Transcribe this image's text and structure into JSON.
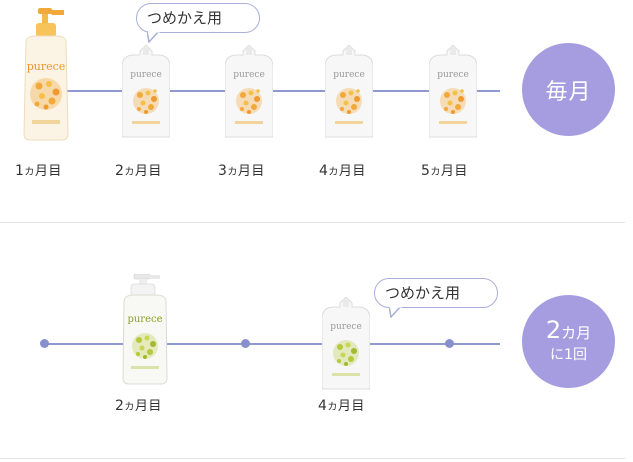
{
  "brand": "purece",
  "colors": {
    "timeline": "#8f99cf",
    "circle": "#a69de0",
    "bubble_border": "#a9b0d8",
    "orange_dots": "#f2a93b",
    "green_dots": "#b5c93a",
    "divider": "#e3e3e3"
  },
  "section_monthly": {
    "refill_label": "つめかえ用",
    "frequency": "毎月",
    "months": [
      {
        "num": "1",
        "ka": "カ",
        "suffix": "月目"
      },
      {
        "num": "2",
        "ka": "カ",
        "suffix": "月目"
      },
      {
        "num": "3",
        "ka": "カ",
        "suffix": "月目"
      },
      {
        "num": "4",
        "ka": "カ",
        "suffix": "月目"
      },
      {
        "num": "5",
        "ka": "カ",
        "suffix": "月目"
      }
    ]
  },
  "section_bimonthly": {
    "refill_label": "つめかえ用",
    "frequency_num": "2",
    "frequency_unit": "カ月",
    "frequency_line2": "に1回",
    "months": [
      {
        "num": "2",
        "ka": "カ",
        "suffix": "月目"
      },
      {
        "num": "4",
        "ka": "カ",
        "suffix": "月目"
      }
    ]
  }
}
